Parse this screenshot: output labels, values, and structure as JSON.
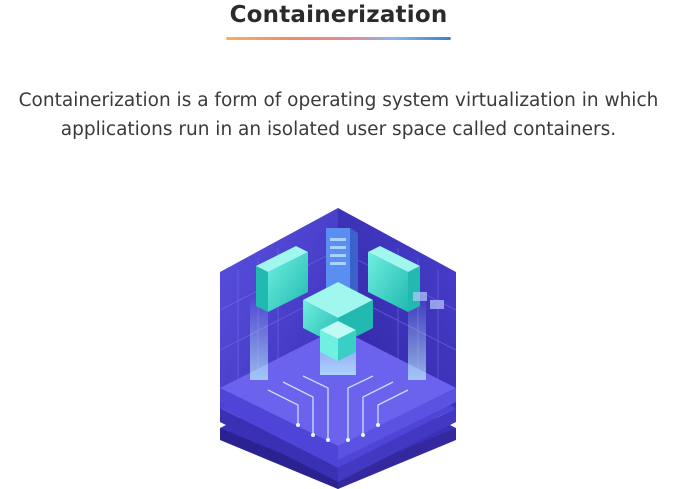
{
  "header": {
    "title": "Containerization"
  },
  "description": {
    "line1": "Containerization is a form of operating system virtualization in which",
    "line2": "applications run in an isolated user space called containers."
  },
  "illustration": {
    "icon": "containerization-isometric-illustration"
  },
  "colors": {
    "title_text": "#2b2b2b",
    "body_text": "#3a3a3a",
    "underline_gradient": [
      "#f5b25a",
      "#f08a6a",
      "#e06aa0",
      "#7aa9e6",
      "#3a7fd0"
    ],
    "hex_dark": "#3b2fb8",
    "hex_mid": "#4e45d8",
    "hex_light": "#6b63ee",
    "container_teal": "#47e0d0",
    "container_teal_dark": "#22b9b0"
  }
}
